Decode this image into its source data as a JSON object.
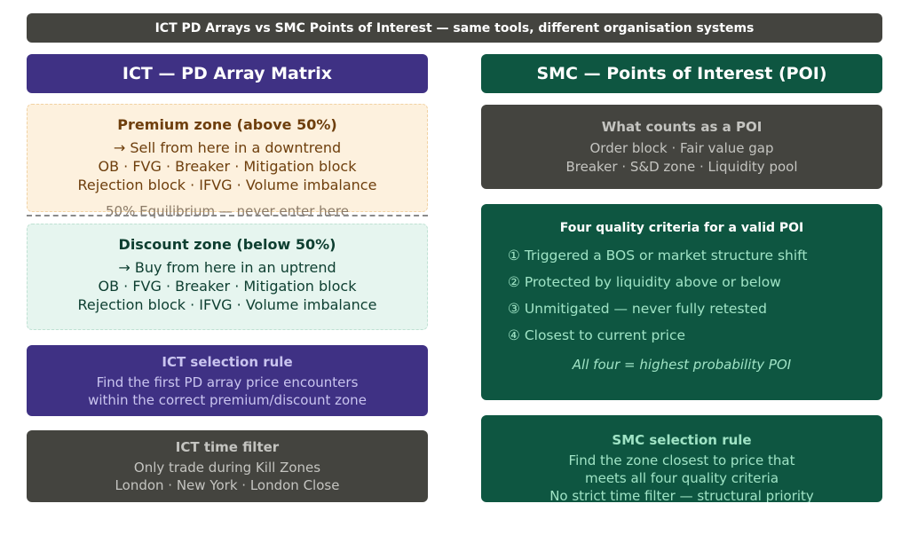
{
  "banner": "ICT PD Arrays vs SMC Points of Interest — same tools, different organisation systems",
  "ict": {
    "header": "ICT — PD Array Matrix",
    "premium": {
      "title": "Premium zone (above 50%)",
      "lines": [
        "→ Sell from here in a downtrend",
        "OB · FVG · Breaker · Mitigation block",
        "Rejection block · IFVG · Volume imbalance"
      ]
    },
    "equilibrium": "50% Equilibrium — never enter here",
    "discount": {
      "title": "Discount zone (below 50%)",
      "lines": [
        "→ Buy from here in an uptrend",
        "OB · FVG · Breaker · Mitigation block",
        "Rejection block · IFVG · Volume imbalance"
      ]
    },
    "selection_rule": {
      "title": "ICT selection rule",
      "lines": [
        "Find the first PD array price encounters",
        "within the correct premium/discount zone"
      ]
    },
    "time_filter": {
      "title": "ICT time filter",
      "lines": [
        "Only trade during Kill Zones",
        "London · New York · London Close"
      ]
    }
  },
  "smc": {
    "header": "SMC — Points of Interest (POI)",
    "poi": {
      "title": "What counts as a POI",
      "lines": [
        "Order block · Fair value gap",
        "Breaker · S&D zone · Liquidity pool"
      ]
    },
    "criteria": {
      "title": "Four quality criteria for a valid POI",
      "items": [
        "① Triggered a BOS or market structure shift",
        "② Protected by liquidity above or below",
        "③ Unmitigated — never fully retested",
        "④ Closest to current price"
      ],
      "note": "All four = highest probability POI"
    },
    "selection_rule": {
      "title": "SMC selection rule",
      "lines": [
        "Find the zone closest to price that",
        "meets all four quality criteria",
        "No strict time filter — structural priority"
      ]
    }
  }
}
